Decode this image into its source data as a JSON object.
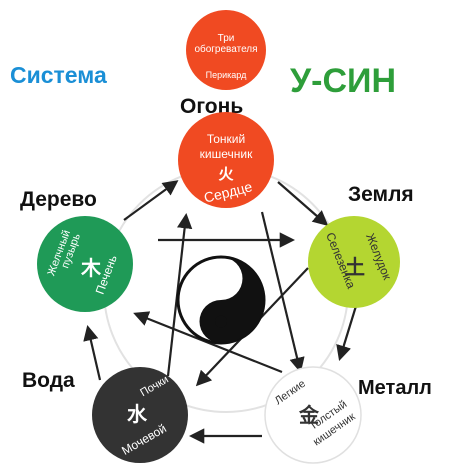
{
  "title": {
    "left": "Система",
    "right": "У-СИН"
  },
  "colors": {
    "title_left": "#1a8fd6",
    "title_right": "#2e9e3a",
    "fire": "#f04a22",
    "earth": "#b4d631",
    "metal": "#ffffff",
    "water": "#333333",
    "wood": "#1f9a57",
    "arrow": "#222222",
    "outer_ring": "#e2e2e2"
  },
  "top_node": {
    "line1": "Три",
    "line2": "обогревателя",
    "line3": "Перикард"
  },
  "elements": {
    "fire": {
      "name": "Огонь",
      "organ_top": "Тонкий",
      "organ_top2": "кишечник",
      "glyph": "火",
      "organ_bottom": "Сердце"
    },
    "earth": {
      "name": "Земля",
      "organ_a": "Желудок",
      "organ_b": "Селезенка",
      "glyph": "土"
    },
    "metal": {
      "name": "Металл",
      "organ_a": "Легкие",
      "organ_b": "Толстый",
      "organ_c": "кишечник",
      "glyph": "金"
    },
    "water": {
      "name": "Вода",
      "organ_a": "Почки",
      "organ_b": "Мочевой",
      "glyph": "水"
    },
    "wood": {
      "name": "Дерево",
      "organ_a": "Желчный",
      "organ_b": "пузырь",
      "organ_c": "Печень",
      "glyph": "木"
    }
  }
}
